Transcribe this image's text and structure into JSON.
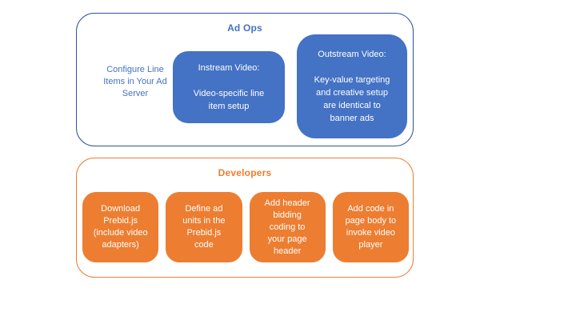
{
  "colors": {
    "accent_blue": "#4472C4",
    "accent_blue_border": "#2F5496",
    "accent_orange": "#ED7D31",
    "box_text": "#FFFFFF",
    "background": "#FFFFFF"
  },
  "ad_ops": {
    "title": "Ad Ops",
    "side_note": "Configure Line\nItems in Your Ad\nServer",
    "instream": {
      "heading": "Instream Video:",
      "body": "Video-specific line\nitem setup"
    },
    "outstream": {
      "heading": "Outstream Video:",
      "body": "Key-value targeting\nand creative setup\nare identical to\nbanner ads"
    }
  },
  "developers": {
    "title": "Developers",
    "steps": [
      "Download\nPrebid.js\n(include video\nadapters)",
      "Define ad\nunits in the\nPrebid.js\ncode",
      "Add header\nbidding\ncoding to\nyour page\nheader",
      "Add code in\npage body to\ninvoke video\nplayer"
    ]
  }
}
